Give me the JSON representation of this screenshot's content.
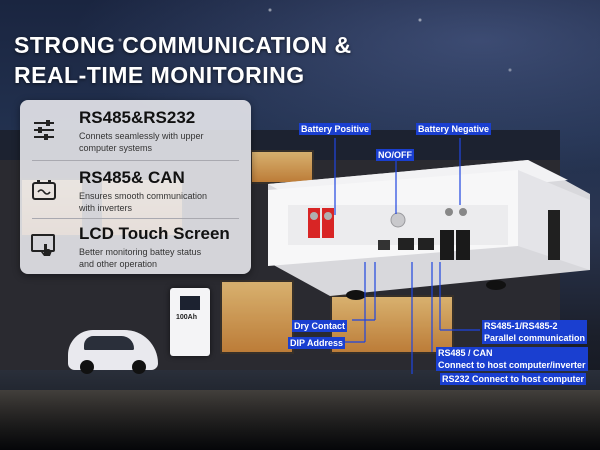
{
  "headline": {
    "line1": "STRONG COMMUNICATION &",
    "line2": "REAL-TIME MONITORING"
  },
  "features": [
    {
      "icon": "sliders-icon",
      "title": "RS485&RS232",
      "desc_1": "Connets seamlessly with upper",
      "desc_2": "computer systems"
    },
    {
      "icon": "battery-charging-icon",
      "title": "RS485& CAN",
      "desc_1": "Ensures smooth communication",
      "desc_2": "with inverters"
    },
    {
      "icon": "touch-screen-icon",
      "title": "LCD Touch Screen",
      "desc_1": "Better monitoring battey status",
      "desc_2": "and other operation"
    }
  ],
  "device_labels": {
    "battery_positive": "Battery Positive",
    "battery_negative": "Battery Negative",
    "on_off": "NO/OFF",
    "dry_contact": "Dry Contact",
    "dip_address": "DIP Address",
    "rs485_parallel_1": "RS485-1/RS485-2",
    "rs485_parallel_2": "Parallel communication",
    "rs485_can_1": "RS485 / CAN",
    "rs485_can_2": "Connect to host computer/inverter",
    "rs232": "RS232 Connect to host computer"
  },
  "wall_battery_label": "100Ah"
}
